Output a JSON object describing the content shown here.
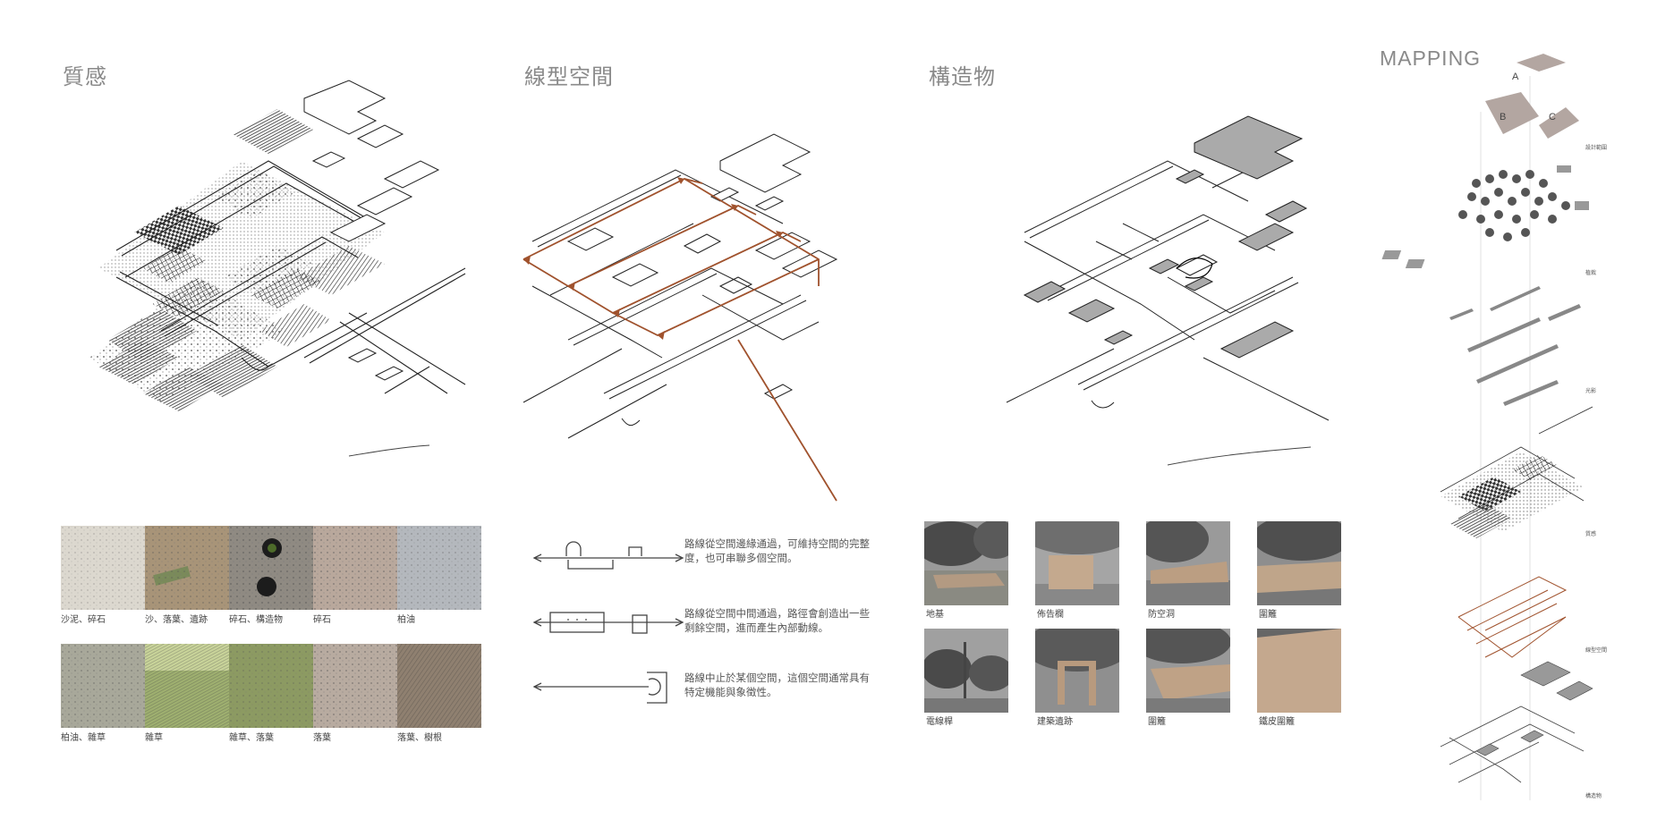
{
  "sections": {
    "texture": {
      "title": "質感"
    },
    "linear": {
      "title": "線型空間"
    },
    "structure": {
      "title": "構造物"
    },
    "mapping": {
      "title": "MAPPING"
    }
  },
  "texture_photos": [
    {
      "caption": "沙泥、碎石",
      "tone": "#dcd8cf"
    },
    {
      "caption": "沙、落葉、遺跡",
      "tone": "#a89478"
    },
    {
      "caption": "碎石、構造物",
      "tone": "#8f8a82"
    },
    {
      "caption": "碎石",
      "tone": "#b9a89c"
    },
    {
      "caption": "柏油",
      "tone": "#b4b8bd"
    },
    {
      "caption": "柏油、雜草",
      "tone": "#a8a89a"
    },
    {
      "caption": "雜草",
      "tone": "#9fb070"
    },
    {
      "caption": "雜草、落葉",
      "tone": "#8c9a62"
    },
    {
      "caption": "落葉",
      "tone": "#b8aba0"
    },
    {
      "caption": "落葉、樹根",
      "tone": "#8f8070"
    }
  ],
  "linear_rows": [
    {
      "text": "路線從空間邊緣通過，可維持空間的完整度，也可串聯多個空間。"
    },
    {
      "text": "路線從空間中間通過，路徑會創造出一些剩餘空間，進而產生內部動線。"
    },
    {
      "text": "路線中止於某個空間，這個空間通常具有特定機能與象徵性。"
    }
  ],
  "structure_photos": [
    {
      "caption": "地基"
    },
    {
      "caption": "佈告欄"
    },
    {
      "caption": "防空洞"
    },
    {
      "caption": "圍籬"
    },
    {
      "caption": "電線桿"
    },
    {
      "caption": "建築遺跡"
    },
    {
      "caption": "圍籬"
    },
    {
      "caption": "鐵皮圍籬"
    }
  ],
  "mapping": {
    "letters": [
      "A",
      "B",
      "C"
    ],
    "layer_labels": [
      "設計範圍",
      "植栽",
      "光影",
      "質感",
      "線型空間",
      "構造物"
    ]
  },
  "colors": {
    "accent": "#a0522d",
    "title": "#8a8a8a",
    "mapping_fill": "#b3a6a1"
  }
}
